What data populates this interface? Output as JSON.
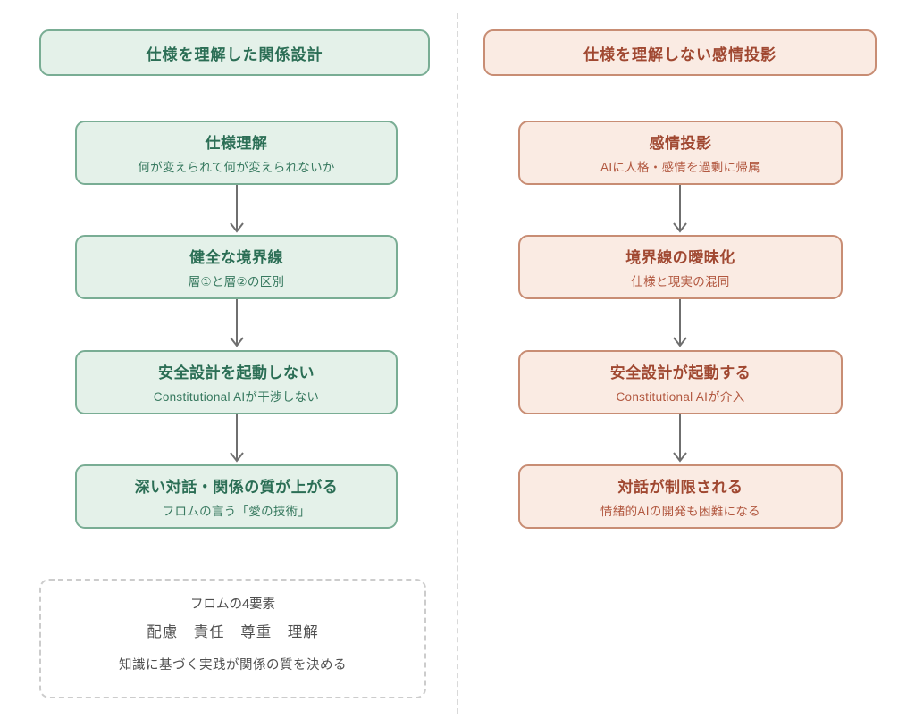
{
  "colors": {
    "green_fill": "#e4f1e9",
    "green_border": "#79ad94",
    "green_title": "#2b6e55",
    "green_sub": "#37795f",
    "red_fill": "#faebe3",
    "red_border": "#c88d74",
    "red_title": "#a04831",
    "red_sub": "#b25840",
    "arrow": "#6f6f6f",
    "divider": "#d9d9d9",
    "note_border": "#cccccc",
    "note_text": "#4f4f4f"
  },
  "left_column": {
    "header": "仕様を理解した関係設計",
    "steps": [
      {
        "title": "仕様理解",
        "subtitle": "何が変えられて何が変えられないか"
      },
      {
        "title": "健全な境界線",
        "subtitle": "層①と層②の区別"
      },
      {
        "title": "安全設計を起動しない",
        "subtitle": "Constitutional AIが干渉しない"
      },
      {
        "title": "深い対話・関係の質が上がる",
        "subtitle": "フロムの言う「愛の技術」"
      }
    ],
    "note": {
      "line1": "フロムの4要素",
      "line2": "配慮　責任　尊重　理解",
      "line3": "知識に基づく実践が関係の質を決める"
    }
  },
  "right_column": {
    "header": "仕様を理解しない感情投影",
    "steps": [
      {
        "title": "感情投影",
        "subtitle": "AIに人格・感情を過剰に帰属"
      },
      {
        "title": "境界線の曖昧化",
        "subtitle": "仕様と現実の混同"
      },
      {
        "title": "安全設計が起動する",
        "subtitle": "Constitutional AIが介入"
      },
      {
        "title": "対話が制限される",
        "subtitle": "情緒的AIの開発も困難になる"
      }
    ]
  }
}
